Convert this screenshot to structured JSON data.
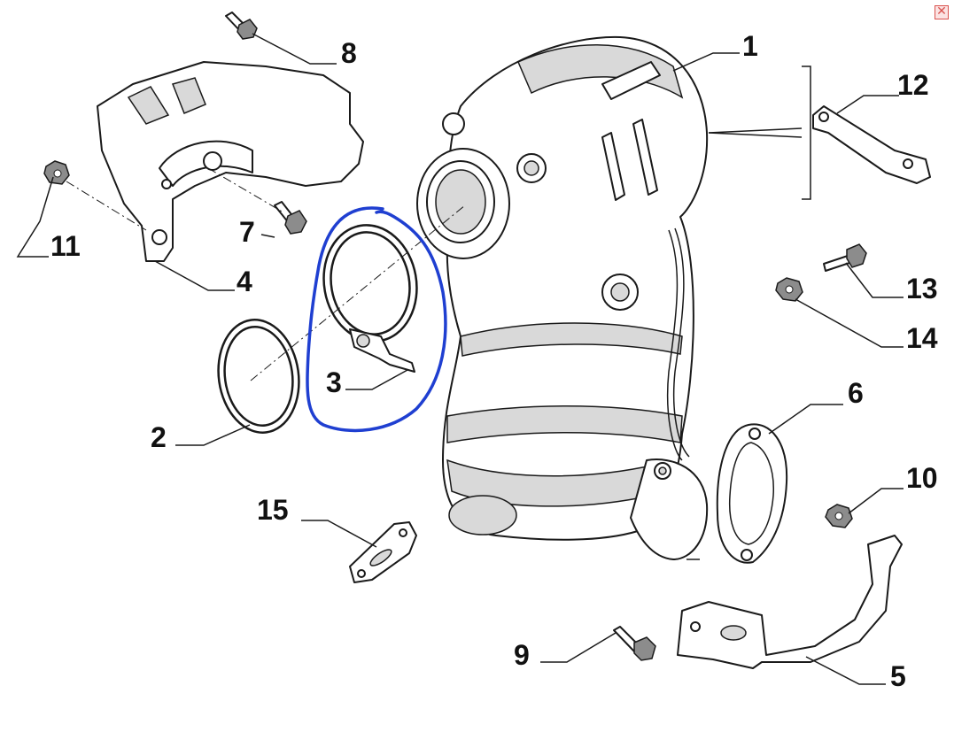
{
  "window": {
    "close_icon": "close-icon",
    "close_glyph": "✕",
    "close_color": "#d9534f"
  },
  "annotation": {
    "color": "#1f3fd1"
  },
  "callouts": [
    {
      "id": "1",
      "text": "1"
    },
    {
      "id": "2",
      "text": "2"
    },
    {
      "id": "3",
      "text": "3"
    },
    {
      "id": "4",
      "text": "4"
    },
    {
      "id": "5",
      "text": "5"
    },
    {
      "id": "6",
      "text": "6"
    },
    {
      "id": "7",
      "text": "7"
    },
    {
      "id": "8",
      "text": "8"
    },
    {
      "id": "9",
      "text": "9"
    },
    {
      "id": "10",
      "text": "10"
    },
    {
      "id": "11",
      "text": "11"
    },
    {
      "id": "12",
      "text": "12"
    },
    {
      "id": "13",
      "text": "13"
    },
    {
      "id": "14",
      "text": "14"
    },
    {
      "id": "15",
      "text": "15"
    }
  ]
}
